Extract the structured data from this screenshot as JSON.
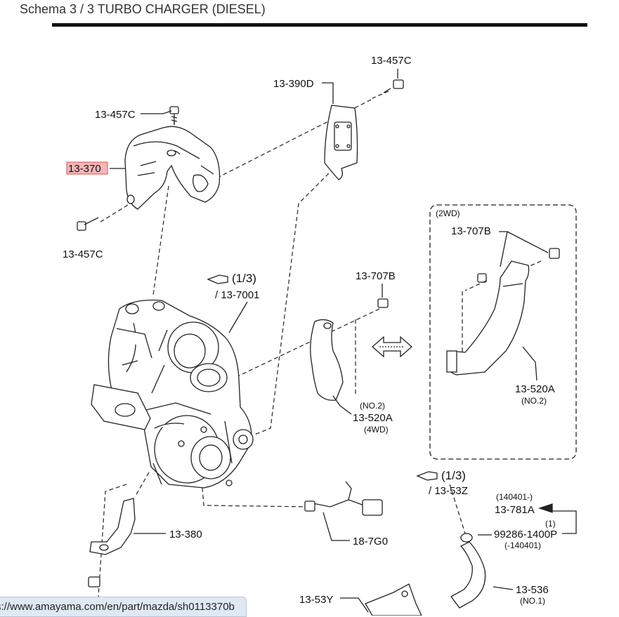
{
  "header": {
    "title": "Schema 3 / 3 TURBO CHARGER (DIESEL)"
  },
  "labels": {
    "p_13_457C_top": "13-457C",
    "p_13_390D": "13-390D",
    "p_13_457C_left": "13-457C",
    "p_13_370": "13-370",
    "p_13_457C_bottom": "13-457C",
    "ref_1_3_a": "(1/3)",
    "ref_13_7001": "/ 13-7001",
    "p_13_707B_mid": "13-707B",
    "group_2wd": "(2WD)",
    "p_13_707B_right": "13-707B",
    "no2_left": "(NO.2)",
    "p_13_520A_left": "13-520A",
    "wd4": "(4WD)",
    "p_13_520A_right": "13-520A",
    "no2_right": "(NO.2)",
    "ref_1_3_b": "(1/3)",
    "ref_13_53Z": "/ 13-53Z",
    "date_140401_from": "(140401-)",
    "p_13_781A": "13-781A",
    "one": "(1)",
    "p_99286": "99286-1400P",
    "date_140401_to": "(-140401)",
    "p_13_380": "13-380",
    "p_18_7G0": "18-7G0",
    "p_13_536": "13-536",
    "no1": "(NO.1)",
    "p_13_53Y": "13-53Y"
  },
  "status_bar": {
    "url": "s://www.amayama.com/en/part/mazda/sh0113370b"
  },
  "colors": {
    "highlight": "#f4b6b6",
    "rule": "#111111",
    "status_bg": "#dfe8f3"
  }
}
